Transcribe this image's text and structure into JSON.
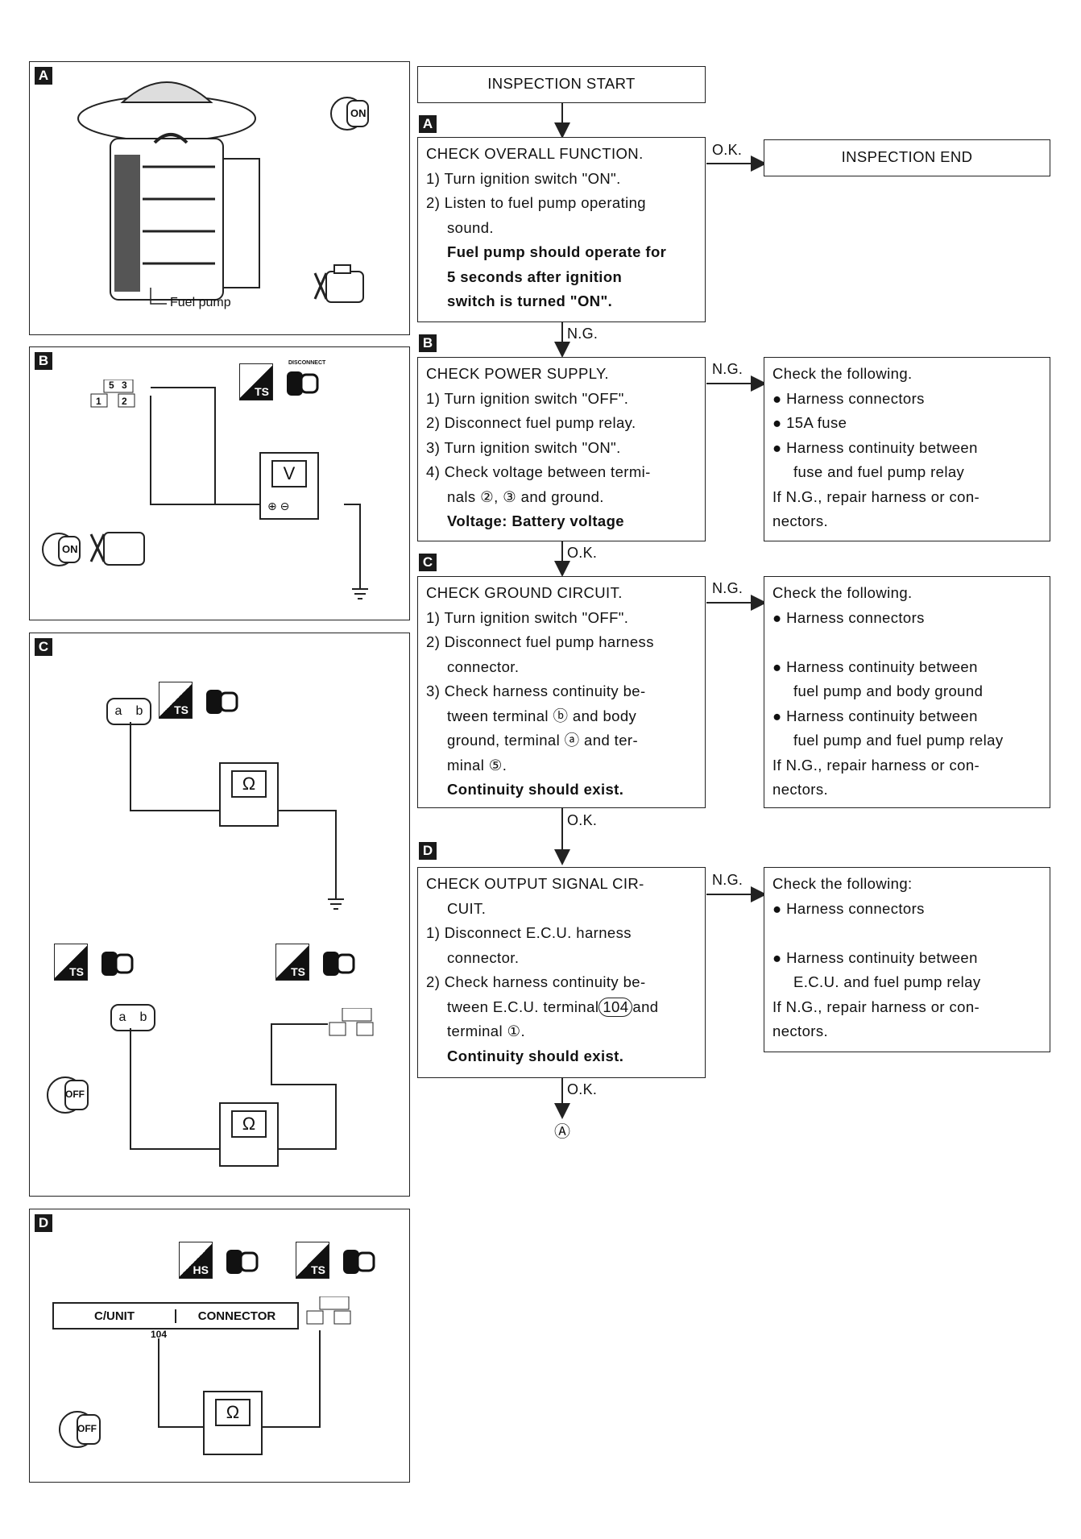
{
  "panels": {
    "A": {
      "tag": "A",
      "fuel_pump_label": "Fuel pump"
    },
    "B": {
      "tag": "B"
    },
    "C": {
      "tag": "C"
    },
    "D": {
      "tag": "D",
      "cunit_label": "C/UNIT",
      "connector_label": "CONNECTOR",
      "terminal_104": "104"
    }
  },
  "icons": {
    "key_on": "ON",
    "key_off": "OFF",
    "disconnect": "DISCONNECT",
    "ts": "TS",
    "hs": "HS",
    "voltmeter": "V",
    "ohmmeter": "Ω",
    "relay_terminals": [
      "5",
      "3",
      "1",
      "2"
    ],
    "pump_terminals": [
      "a",
      "b"
    ]
  },
  "flow": {
    "start": "INSPECTION START",
    "end": "INSPECTION END",
    "steps": [
      {
        "tag": "A",
        "lines": [
          "CHECK OVERALL FUNCTION.",
          "1) Turn ignition switch \"ON\".",
          "2) Listen to fuel pump operating",
          "sound.",
          "Fuel pump should operate for",
          "5 seconds after ignition",
          "switch is turned \"ON\"."
        ],
        "branch_label": "O.K."
      },
      {
        "tag": "B",
        "lines": [
          "CHECK POWER SUPPLY.",
          "1) Turn ignition switch \"OFF\".",
          "2) Disconnect fuel pump relay.",
          "3) Turn ignition switch \"ON\".",
          "4) Check voltage between termi-",
          "nals ②, ③ and ground.",
          "Voltage: Battery voltage"
        ],
        "branch_label": "N.G.",
        "result": [
          "Check the following.",
          "● Harness connectors",
          "● 15A fuse",
          "● Harness continuity between",
          "fuse and fuel pump relay",
          "If N.G., repair harness or con-",
          "nectors."
        ]
      },
      {
        "tag": "C",
        "lines": [
          "CHECK GROUND CIRCUIT.",
          "1) Turn ignition switch \"OFF\".",
          "2) Disconnect fuel pump harness",
          "connector.",
          "3) Check harness continuity be-",
          "tween terminal ⓑ and body",
          "ground, terminal ⓐ and ter-",
          "minal ⑤.",
          "Continuity should exist."
        ],
        "branch_label": "N.G.",
        "result": [
          "Check the following.",
          "● Harness connectors",
          "",
          "● Harness continuity between",
          "fuel pump and body ground",
          "● Harness continuity between",
          "fuel pump and fuel pump relay",
          "If N.G., repair harness or con-",
          "nectors."
        ]
      },
      {
        "tag": "D",
        "lines": [
          "CHECK OUTPUT SIGNAL CIR-",
          "CUIT.",
          "1) Disconnect E.C.U. harness",
          "connector.",
          "2) Check harness continuity be-",
          "tween E.C.U. terminal",
          "terminal ①.",
          "Continuity should exist."
        ],
        "terminal_circled": "104",
        "and_word": "and",
        "branch_label": "N.G.",
        "result": [
          "Check the following:",
          "● Harness connectors",
          "",
          "● Harness continuity between",
          "E.C.U. and fuel pump relay",
          "If N.G., repair harness or con-",
          "nectors."
        ]
      }
    ],
    "down_labels": [
      "N.G.",
      "O.K.",
      "O.K.",
      "O.K."
    ],
    "continue_to": "Ⓐ"
  }
}
